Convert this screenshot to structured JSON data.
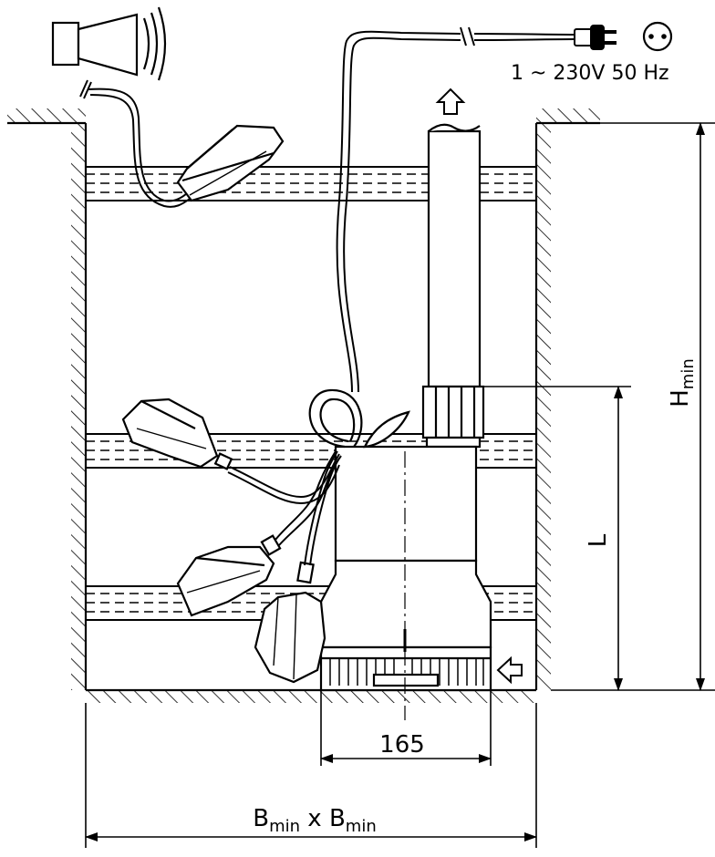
{
  "supply": {
    "label": "1 ~ 230V 50 Hz"
  },
  "dimensions": {
    "pump_width": "165",
    "height_label": "L",
    "hmin_main": "H",
    "hmin_sub": "min",
    "bmin_main": "B",
    "bmin_sub": "min",
    "bmin_sep": " x "
  },
  "icons": {
    "outlet_arrow": "arrow-up-outline",
    "inlet_arrow": "arrow-left-outline",
    "socket": "power-socket",
    "plug": "power-plug",
    "alarm": "horn"
  }
}
